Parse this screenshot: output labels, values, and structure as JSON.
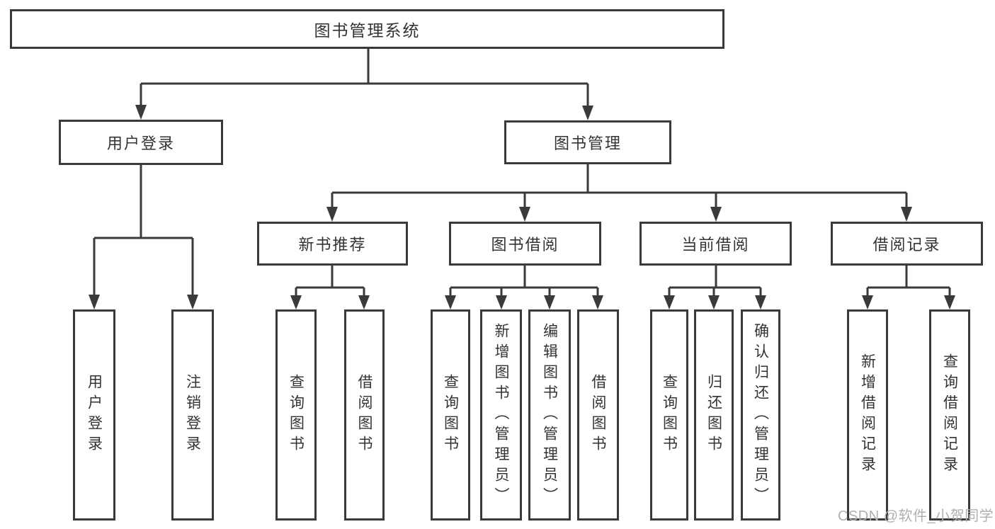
{
  "diagram": {
    "title": "图书管理系统",
    "root": {
      "label": "图书管理系统"
    },
    "level2": [
      {
        "label": "用户登录"
      },
      {
        "label": "图书管理"
      }
    ],
    "level3": [
      {
        "label": "新书推荐"
      },
      {
        "label": "图书借阅"
      },
      {
        "label": "当前借阅"
      },
      {
        "label": "借阅记录"
      }
    ],
    "leaves": [
      {
        "label": "用户登录"
      },
      {
        "label": "注销登录"
      },
      {
        "label": "查询图书"
      },
      {
        "label": "借阅图书"
      },
      {
        "label": "查询图书"
      },
      {
        "label": "新增图书（管理员）"
      },
      {
        "label": "编辑图书（管理员）"
      },
      {
        "label": "借阅图书"
      },
      {
        "label": "查询图书"
      },
      {
        "label": "归还图书"
      },
      {
        "label": "确认归还（管理员）"
      },
      {
        "label": "新增借阅记录"
      },
      {
        "label": "查询借阅记录"
      }
    ]
  },
  "watermark": {
    "text": "CSDN @软件_小贺同学"
  },
  "colors": {
    "line": "#3a3a3a",
    "border": "#3a3a3a",
    "text": "#333333",
    "background": "#ffffff",
    "watermark": "#b0b0b0"
  }
}
